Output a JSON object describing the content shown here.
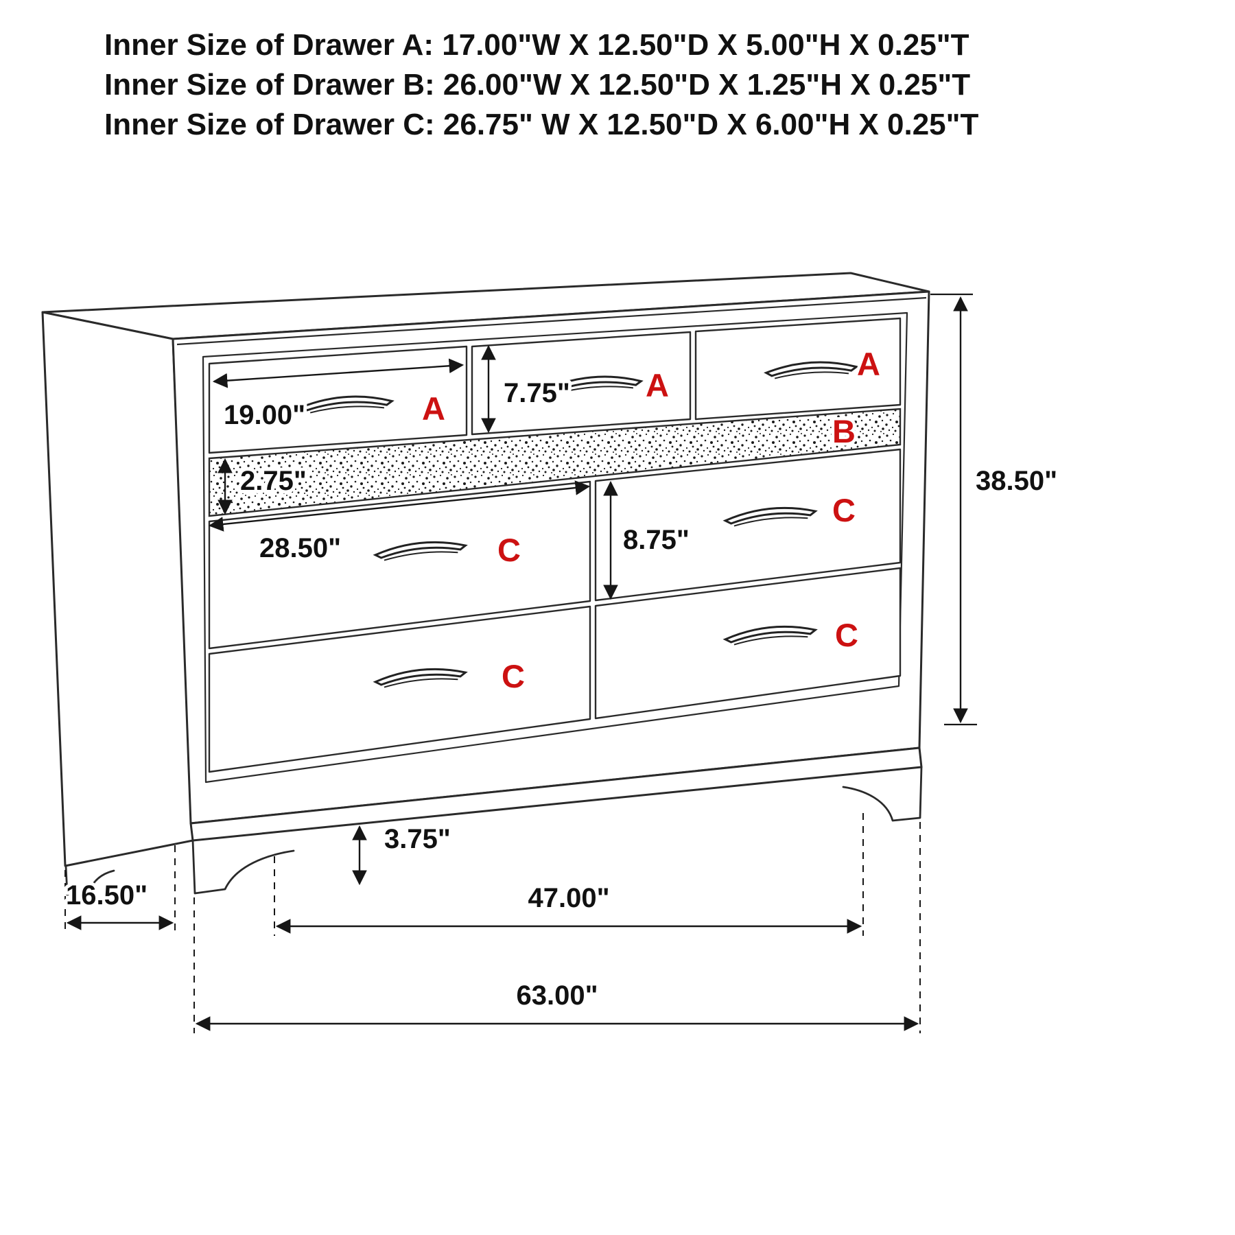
{
  "header": {
    "lines": [
      "Inner Size of Drawer A: 17.00\"W X 12.50\"D X 5.00\"H X 0.25\"T",
      "Inner Size of Drawer B: 26.00\"W X 12.50\"D X 1.25\"H X 0.25\"T",
      "Inner Size of Drawer C: 26.75\" W X 12.50\"D X 6.00\"H X 0.25\"T"
    ]
  },
  "drawer_labels": {
    "a": "A",
    "b": "B",
    "c": "C"
  },
  "dimensions": {
    "drawer_a_width": "19.00\"",
    "drawer_a_height": "7.75\"",
    "strip_b_height": "2.75\"",
    "drawer_c_width": "28.50\"",
    "drawer_c_height": "8.75\"",
    "overall_height": "38.50\"",
    "leg_height": "3.75\"",
    "depth": "16.50\"",
    "between_legs_width": "47.00\"",
    "overall_width": "63.00\""
  },
  "colors": {
    "label_red": "#cc1111",
    "line_dark": "#2a2a2a",
    "dimension_text": "#111111",
    "background": "#ffffff"
  }
}
